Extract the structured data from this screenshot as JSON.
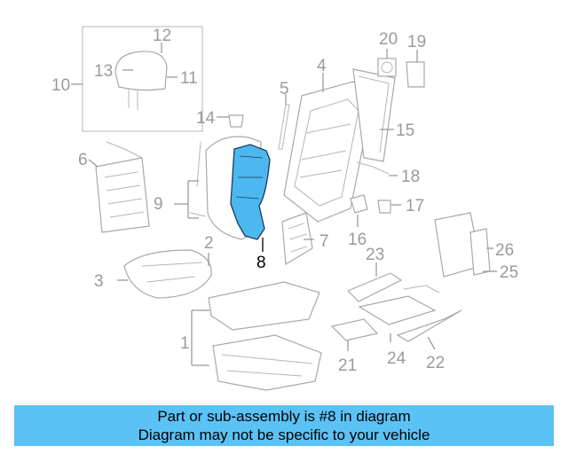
{
  "diagram": {
    "callouts": {
      "c1": "1",
      "c2": "2",
      "c3": "3",
      "c4": "4",
      "c5": "5",
      "c6": "6",
      "c7": "7",
      "c8": "8",
      "c9": "9",
      "c10": "10",
      "c11": "11",
      "c12": "12",
      "c13": "13",
      "c14": "14",
      "c15": "15",
      "c16": "16",
      "c17": "17",
      "c18": "18",
      "c19": "19",
      "c20": "20",
      "c21": "21",
      "c22": "22",
      "c23": "23",
      "c24": "24",
      "c25": "25",
      "c26": "26"
    },
    "highlighted_part": "8"
  },
  "footer": {
    "line1": "Part or sub-assembly is #8 in diagram",
    "line2": "Diagram may not be specific to your vehicle"
  },
  "colors": {
    "highlight_fill": "#4db8f0",
    "banner": "#5bc2f5",
    "line_gray": "#9a9a9a"
  }
}
